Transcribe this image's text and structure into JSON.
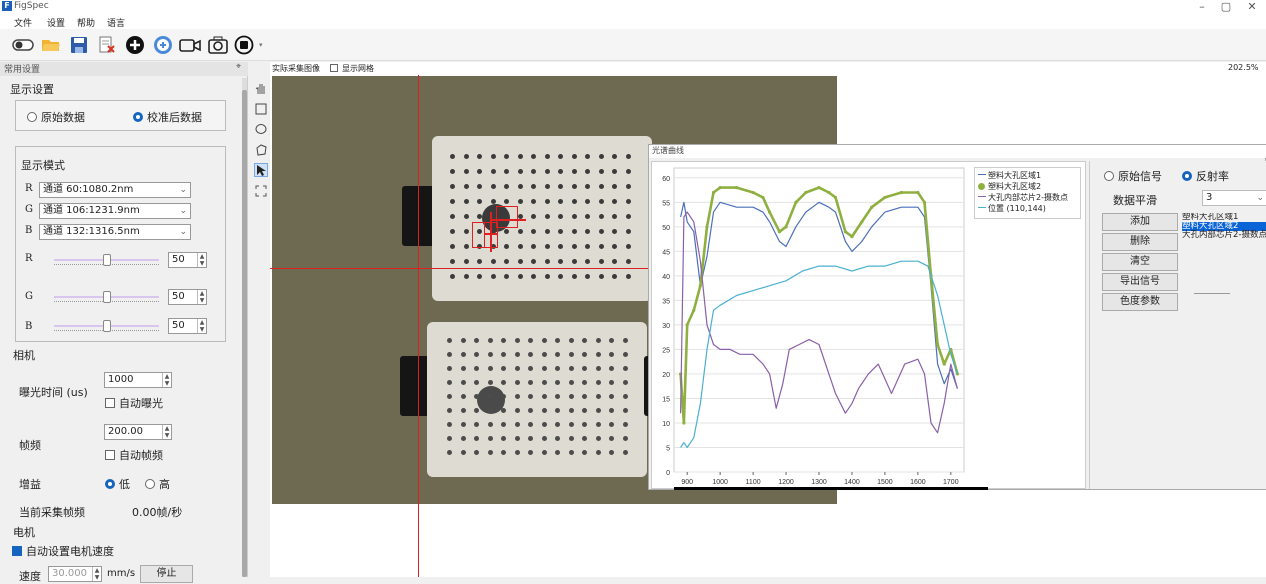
{
  "app": {
    "title": "FigSpec"
  },
  "menu": [
    "文件",
    "设置",
    "帮助",
    "语言"
  ],
  "sidebar": {
    "header": "常用设置",
    "display": {
      "title": "显示设置",
      "raw_label": "原始数据",
      "calibrated_label": "校准后数据",
      "selected": "calibrated"
    },
    "mode": {
      "title": "显示模式",
      "channels": [
        {
          "letter": "R",
          "value": "通道 60:1080.2nm"
        },
        {
          "letter": "G",
          "value": "通道 106:1231.9nm"
        },
        {
          "letter": "B",
          "value": "通道 132:1316.5nm"
        }
      ],
      "sliders": [
        {
          "letter": "R",
          "value": "50",
          "level": 0.5
        },
        {
          "letter": "G",
          "value": "50",
          "level": 0.5
        },
        {
          "letter": "B",
          "value": "50",
          "level": 0.5
        }
      ]
    },
    "camera": {
      "title": "相机",
      "exposure_label": "曝光时间 (us)",
      "exposure_value": "1000",
      "auto_exposure": "自动曝光",
      "framerate_label": "帧频",
      "framerate_value": "200.00",
      "auto_framerate": "自动帧频",
      "gain_label": "增益",
      "gain_low": "低",
      "gain_high": "高",
      "current_label": "当前采集帧频",
      "current_value": "0.00帧/秒"
    },
    "motor": {
      "title": "电机",
      "auto_speed": "自动设置电机速度",
      "speed_label": "速度",
      "speed_value": "30.000",
      "speed_unit": "mm/s",
      "stop": "停止"
    }
  },
  "image": {
    "tab_label": "实际采集图像",
    "grid_label": "显示网格",
    "zoom": "202.5%"
  },
  "dialog": {
    "title": "光谱曲线",
    "legend": [
      {
        "name": "塑料大孔区域1",
        "color": "#4a70b8"
      },
      {
        "name": "塑料大孔区域2",
        "color": "#8fb040"
      },
      {
        "name": "大孔内部芯片2-摄数点",
        "color": "#8a60a8"
      },
      {
        "name": "位置 (110,144)",
        "color": "#4ab0d0"
      }
    ],
    "right": {
      "raw_signal": "原始信号",
      "reflectance": "反射率",
      "smooth_label": "数据平滑",
      "smooth_value": "3",
      "buttons": [
        "添加",
        "删除",
        "清空",
        "导出信号",
        "色度参数"
      ],
      "list": [
        "塑料大孔区域1",
        "塑料大孔区域2",
        "大孔内部芯片2-摄数点"
      ],
      "selected_index": 1
    }
  },
  "chart_data": {
    "type": "line",
    "xlim": [
      860,
      1740
    ],
    "ylim": [
      0,
      62
    ],
    "xticks": [
      900,
      1000,
      1100,
      1200,
      1300,
      1400,
      1500,
      1600,
      1700
    ],
    "yticks": [
      0,
      5,
      10,
      15,
      20,
      25,
      30,
      35,
      40,
      45,
      50,
      55,
      60
    ],
    "series": [
      {
        "name": "塑料大孔区域1",
        "color": "#4a70b8",
        "x": [
          880,
          890,
          900,
          920,
          940,
          960,
          980,
          1000,
          1050,
          1100,
          1130,
          1150,
          1180,
          1200,
          1230,
          1260,
          1300,
          1330,
          1350,
          1380,
          1400,
          1430,
          1460,
          1500,
          1550,
          1600,
          1620,
          1640,
          1660,
          1680,
          1700,
          1720
        ],
        "y": [
          52,
          55,
          51,
          49,
          38,
          44,
          53,
          55,
          54,
          54,
          53,
          51,
          47,
          46,
          50,
          53,
          55,
          54,
          53,
          47,
          45,
          47,
          50,
          53,
          54,
          54,
          52,
          38,
          22,
          18,
          21,
          17
        ]
      },
      {
        "name": "塑料大孔区域2",
        "color": "#8fb040",
        "x": [
          880,
          890,
          900,
          920,
          940,
          960,
          980,
          1000,
          1050,
          1100,
          1130,
          1150,
          1180,
          1200,
          1230,
          1260,
          1300,
          1330,
          1350,
          1380,
          1400,
          1430,
          1460,
          1500,
          1550,
          1600,
          1620,
          1640,
          1660,
          1680,
          1700,
          1720
        ],
        "y": [
          20,
          10,
          30,
          33,
          38,
          50,
          57,
          58,
          58,
          57,
          56,
          53,
          49,
          50,
          55,
          57,
          58,
          57,
          56,
          49,
          48,
          51,
          54,
          56,
          57,
          57,
          55,
          40,
          26,
          22,
          25,
          20
        ]
      },
      {
        "name": "大孔内部芯片2-摄数点",
        "color": "#8a60a8",
        "x": [
          880,
          890,
          900,
          920,
          940,
          960,
          980,
          1000,
          1030,
          1060,
          1100,
          1130,
          1150,
          1170,
          1190,
          1210,
          1240,
          1270,
          1300,
          1330,
          1350,
          1380,
          1400,
          1420,
          1450,
          1480,
          1520,
          1560,
          1600,
          1620,
          1640,
          1660,
          1680,
          1700,
          1720
        ],
        "y": [
          12,
          52,
          53,
          51,
          43,
          30,
          26,
          25,
          25,
          24,
          24,
          22,
          20,
          13,
          18,
          25,
          26,
          27,
          26,
          20,
          16,
          12,
          14,
          17,
          20,
          22,
          16,
          22,
          23,
          20,
          10,
          8,
          14,
          22,
          17
        ]
      },
      {
        "name": "位置 (110,144)",
        "color": "#4ab0d0",
        "x": [
          880,
          890,
          900,
          920,
          940,
          960,
          980,
          1000,
          1050,
          1100,
          1150,
          1200,
          1250,
          1300,
          1350,
          1400,
          1450,
          1500,
          1550,
          1600,
          1630,
          1660,
          1680,
          1700,
          1720
        ],
        "y": [
          5,
          6,
          5,
          7,
          14,
          25,
          33,
          34,
          36,
          37,
          38,
          39,
          41,
          42,
          42,
          41,
          42,
          42,
          43,
          43,
          42,
          36,
          30,
          24,
          20
        ]
      }
    ]
  }
}
